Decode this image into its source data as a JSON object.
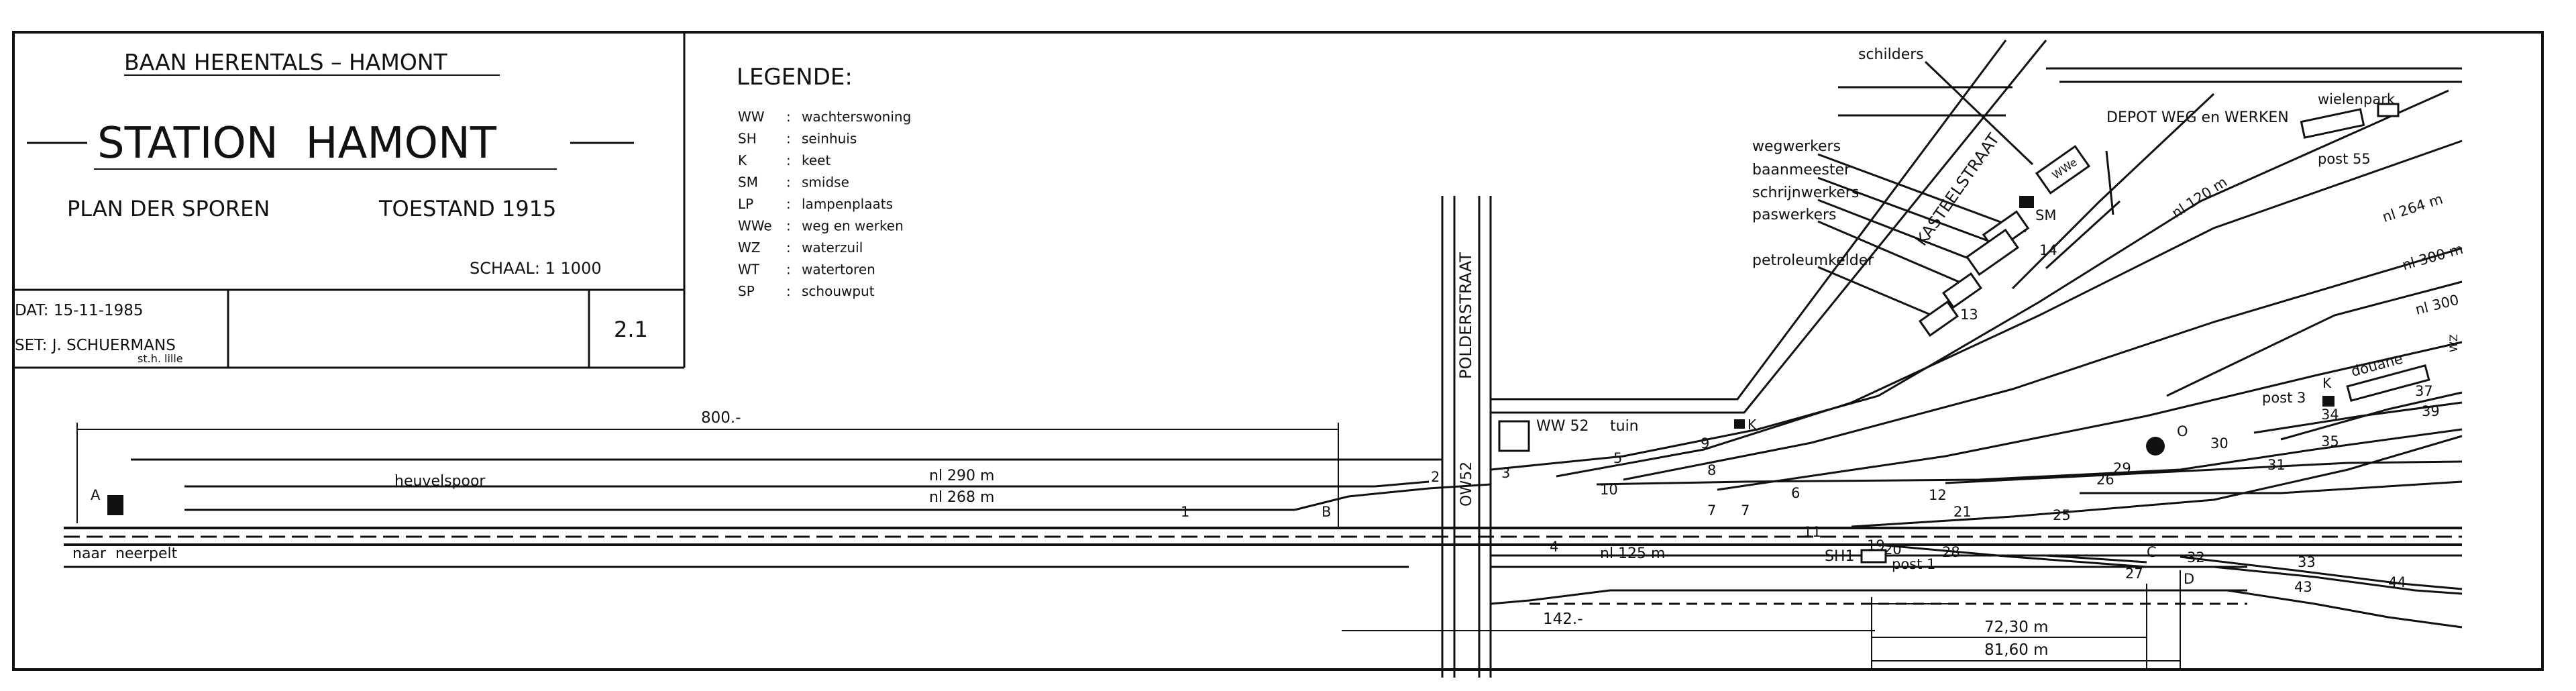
{
  "title_block": {
    "line": "BAAN HERENTALS – HAMONT",
    "station": "STATION  HAMONT",
    "plan": "PLAN DER SPOREN",
    "state": "TOESTAND 1915",
    "scale": "SCHAAL: 1  1000",
    "date": "DAT: 15-11-1985",
    "author": "SET: J. SCHUERMANS",
    "author_sub": "st.h. lille",
    "sheet": "2.1"
  },
  "legend": {
    "title": "LEGENDE:",
    "items": [
      {
        "code": "WW",
        "text": "wachterswoning"
      },
      {
        "code": "SH",
        "text": "seinhuis"
      },
      {
        "code": "K",
        "text": "keet"
      },
      {
        "code": "SM",
        "text": "smidse"
      },
      {
        "code": "LP",
        "text": "lampenplaats"
      },
      {
        "code": "WWe",
        "text": "weg en werken"
      },
      {
        "code": "WZ",
        "text": "waterzuil"
      },
      {
        "code": "WT",
        "text": "watertoren"
      },
      {
        "code": "SP",
        "text": "schouwput"
      }
    ]
  },
  "streets": {
    "polderstraat": "POLDERSTRAAT",
    "overweg": "OW52",
    "kasteelstraat": "KASTEELSTRAAT"
  },
  "buildings": {
    "schilders": "schilders",
    "depot": "DEPOT WEG en WERKEN",
    "wielenpark": "wielenpark",
    "post55": "post 55",
    "wegwerkers": "wegwerkers",
    "baanmeester": "baanmeester",
    "schrijnwerkers": "schrijnwerkers",
    "paswerkers": "paswerkers",
    "petroleumkelder": "petroleumkelder",
    "wwe": "WWe",
    "sm": "SM",
    "ww52": "WW 52",
    "tuin": "tuin",
    "k1": "K",
    "post3": "post 3",
    "k2": "K",
    "douane": "douane",
    "sh1": "SH1",
    "post1": "post 1",
    "wz_mark": "WZ"
  },
  "tracks": {
    "dist_800": "800.-",
    "heuvelspoor": "heuvelspoor",
    "nl290": "nl 290 m",
    "nl268": "nl 268 m",
    "naar_neerpelt": "naar  neerpelt",
    "nl125": "nl 125 m",
    "nl120": "nl 120 m",
    "nl264": "nl 264 m",
    "nl300a": "nl 300 m",
    "nl300b": "nl 300",
    "dist_142": "142.-",
    "dist_7230": "72,30 m",
    "dist_8160": "81,60 m"
  },
  "points": {
    "A": "A",
    "B": "B",
    "C": "C",
    "D": "D",
    "O": "O",
    "n1": "1",
    "n2": "2",
    "n3": "3",
    "n4": "4",
    "n5": "5",
    "n6": "6",
    "n7": "7",
    "n7b": "7",
    "n8": "8",
    "n9": "9",
    "n10": "10",
    "n11": "11",
    "n12": "12",
    "n13": "13",
    "n14": "14",
    "n19": "19",
    "n20": "20",
    "n21": "21",
    "n25": "25",
    "n26": "26",
    "n27": "27",
    "n28": "28",
    "n29": "29",
    "n30": "30",
    "n31": "31",
    "n32": "32",
    "n33": "33",
    "n34": "34",
    "n35": "35",
    "n37": "37",
    "n39": "39",
    "n43": "43",
    "n44": "44"
  }
}
